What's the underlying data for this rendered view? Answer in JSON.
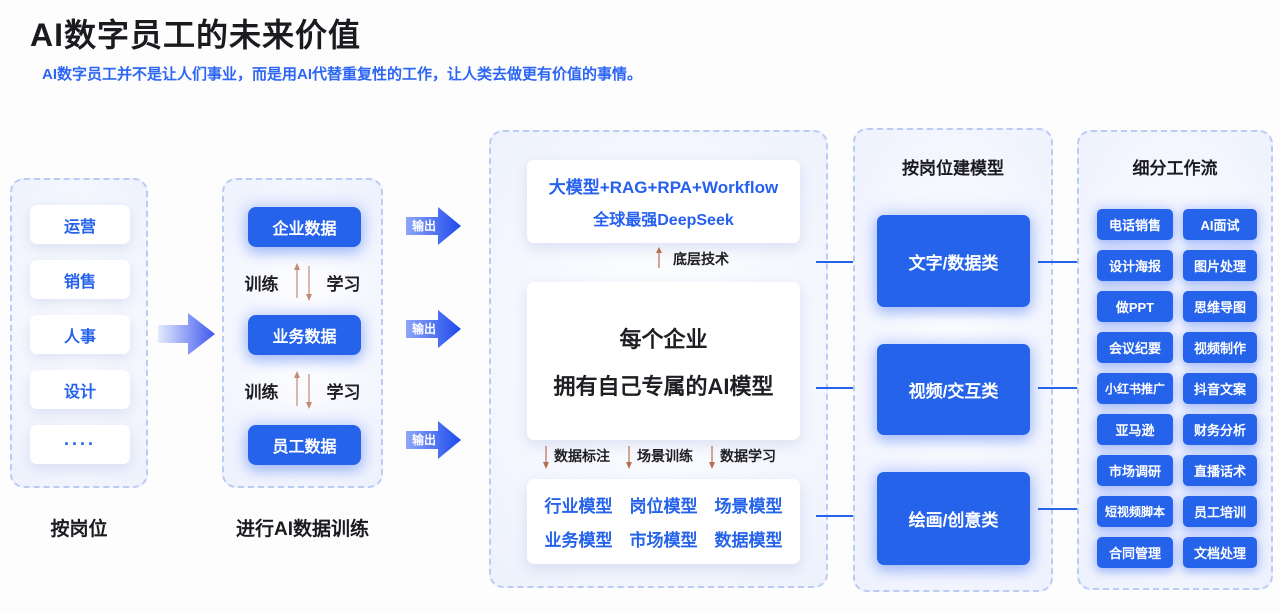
{
  "page": {
    "title": "AI数字员工的未来价值",
    "subtitle": "AI数字员工并不是让人们事业，而是用AI代替重复性的工作，让人类去做更有价值的事情。"
  },
  "positions_panel": {
    "caption": "按岗位",
    "items": [
      "运营",
      "销售",
      "人事",
      "设计",
      "····"
    ]
  },
  "training_panel": {
    "caption": "进行AI数据训练",
    "data_blocks": [
      "企业数据",
      "业务数据",
      "员工数据"
    ],
    "train": "训练",
    "learn": "学习"
  },
  "output_label": "输出",
  "model_panel": {
    "stack_line1": "大模型+RAG+RPA+Workflow",
    "stack_line2": "全球最强DeepSeek",
    "base_tech": "底层技术",
    "headline1": "每个企业",
    "headline2": "拥有自己专属的AI模型",
    "steps": [
      "数据标注",
      "场景训练",
      "数据学习"
    ],
    "models_row1": [
      "行业模型",
      "岗位模型",
      "场景模型"
    ],
    "models_row2": [
      "业务模型",
      "市场模型",
      "数据模型"
    ]
  },
  "category_panel": {
    "title": "按岗位建模型",
    "items": [
      "文字/数据类",
      "视频/交互类",
      "绘画/创意类"
    ]
  },
  "workflow_panel": {
    "title": "细分工作流",
    "col1": [
      "电话销售",
      "设计海报",
      "做PPT",
      "会议纪要",
      "小红书推广",
      "亚马逊",
      "市场调研",
      "短视频脚本",
      "合同管理"
    ],
    "col2": [
      "AI面试",
      "图片处理",
      "思维导图",
      "视频制作",
      "抖音文案",
      "财务分析",
      "直播话术",
      "员工培训",
      "文档处理"
    ]
  },
  "colors": {
    "accent_blue": "#2563eb",
    "subtitle_blue": "#2d66f4",
    "mini_arrow_orange": "#b5714f",
    "panel_border": "#bccbf3"
  }
}
